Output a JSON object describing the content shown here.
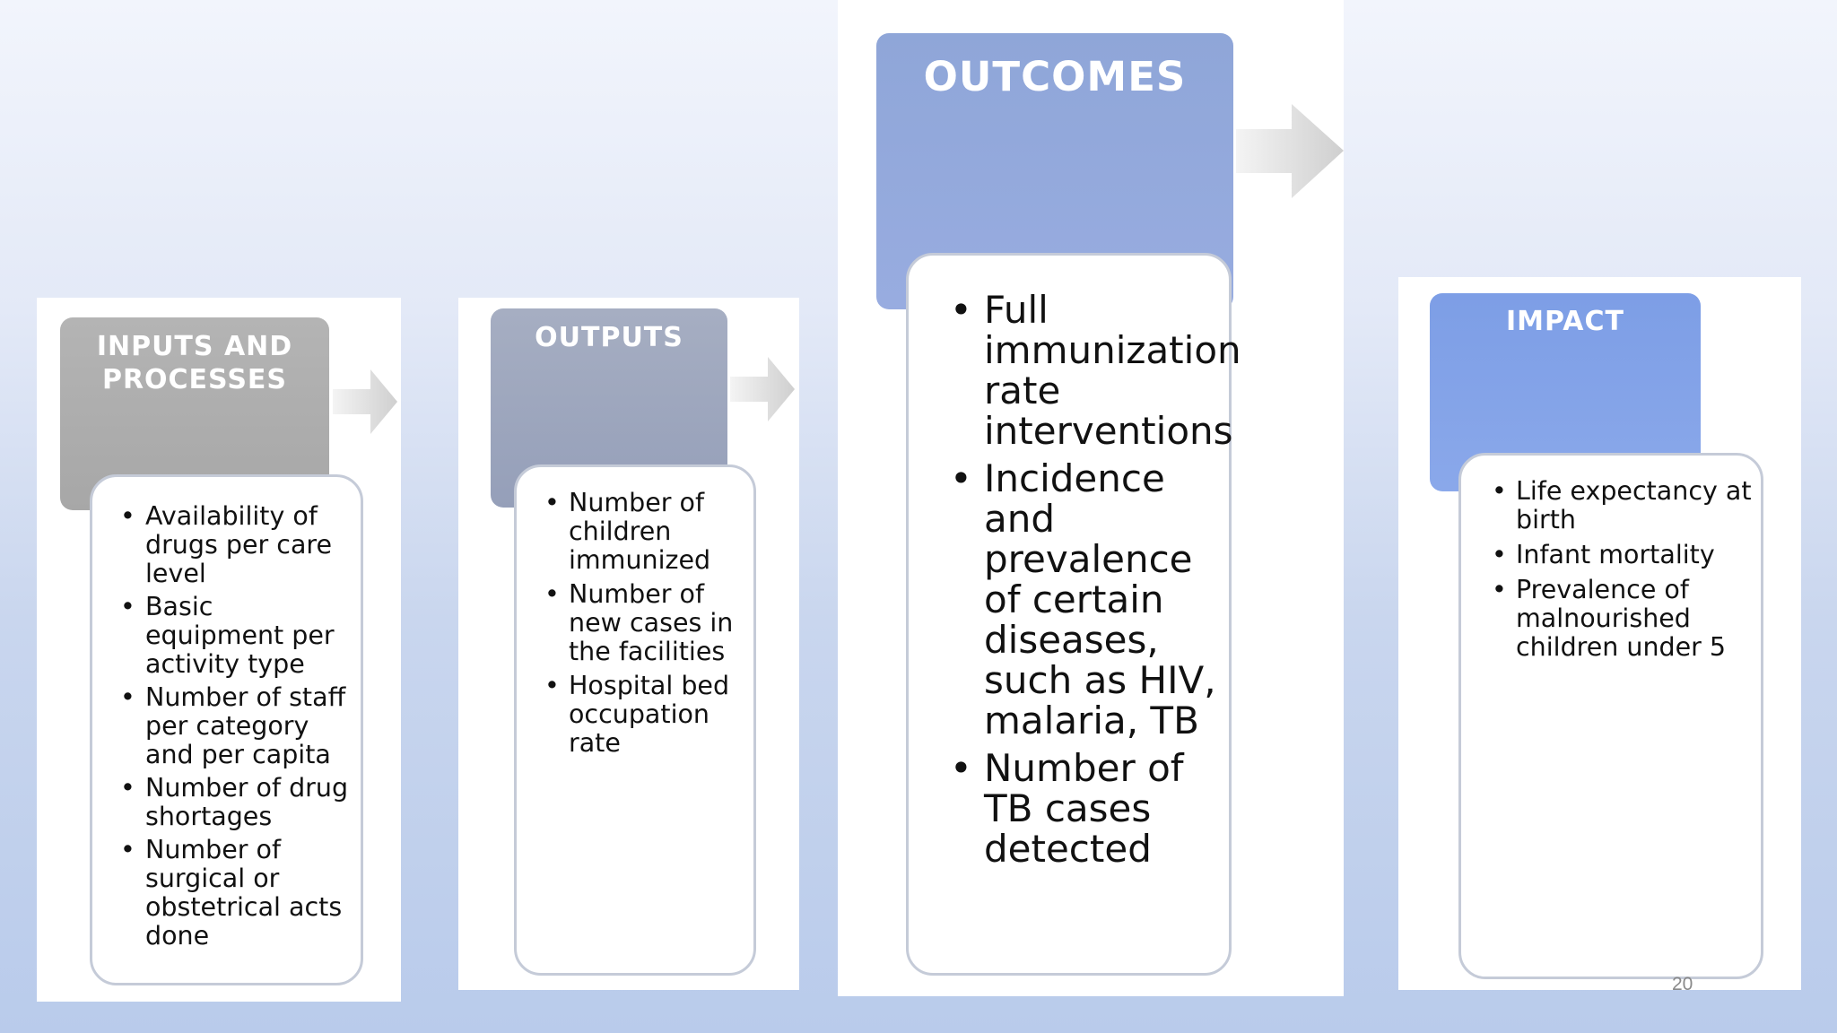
{
  "slide": {
    "page_number": "20"
  },
  "columns": [
    {
      "title": "INPUTS AND\nPROCESSES",
      "items": [
        "Availability of drugs per care level",
        "Basic equipment per activity type",
        "Number of staff per category and per capita",
        "Number of drug shortages",
        "Number of surgical or obstetrical acts done"
      ]
    },
    {
      "title": "OUTPUTS",
      "items": [
        "Number of children immunized",
        "Number of new cases in the facilities",
        "Hospital bed occupation rate"
      ]
    },
    {
      "title": "OUTCOMES",
      "items": [
        "Full immunization rate interventions",
        "Incidence and prevalence of certain diseases, such as HIV, malaria, TB",
        "Number of TB cases detected"
      ]
    },
    {
      "title": "IMPACT",
      "items": [
        "Life expectancy at birth",
        "Infant mortality",
        "Prevalence of malnourished children under 5"
      ]
    }
  ],
  "colors": {
    "inputs_header": "#aaaaaa",
    "outputs_header": "#9aa3bb",
    "outcomes_header": "#93a9dc",
    "impact_header": "#84a4e8",
    "arrow": "#d9d9d9",
    "background": "#c9d6ee"
  },
  "icons": {
    "arrow": "arrow-right-icon"
  }
}
